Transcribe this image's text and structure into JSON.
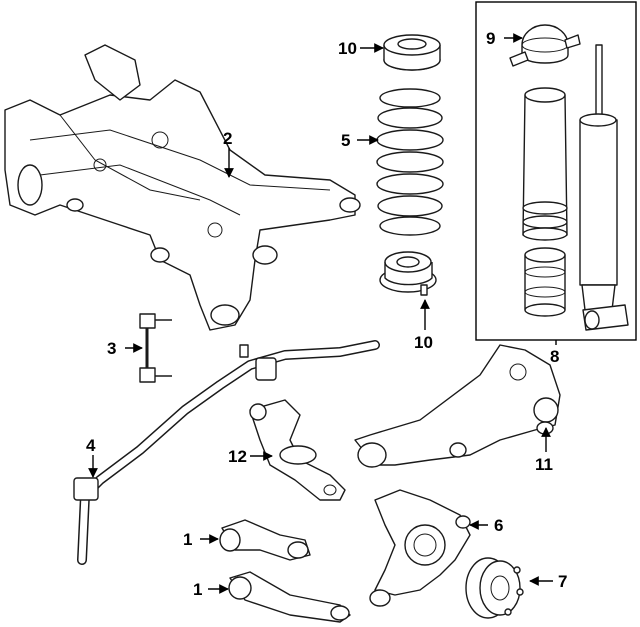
{
  "callouts": {
    "c1a": "1",
    "c1b": "1",
    "c2": "2",
    "c3": "3",
    "c4": "4",
    "c5": "5",
    "c6": "6",
    "c7": "7",
    "c8": "8",
    "c9": "9",
    "c10a": "10",
    "c10b": "10",
    "c11": "11",
    "c12": "12"
  },
  "colors": {
    "line": "#1a1a1a",
    "background": "#ffffff"
  }
}
